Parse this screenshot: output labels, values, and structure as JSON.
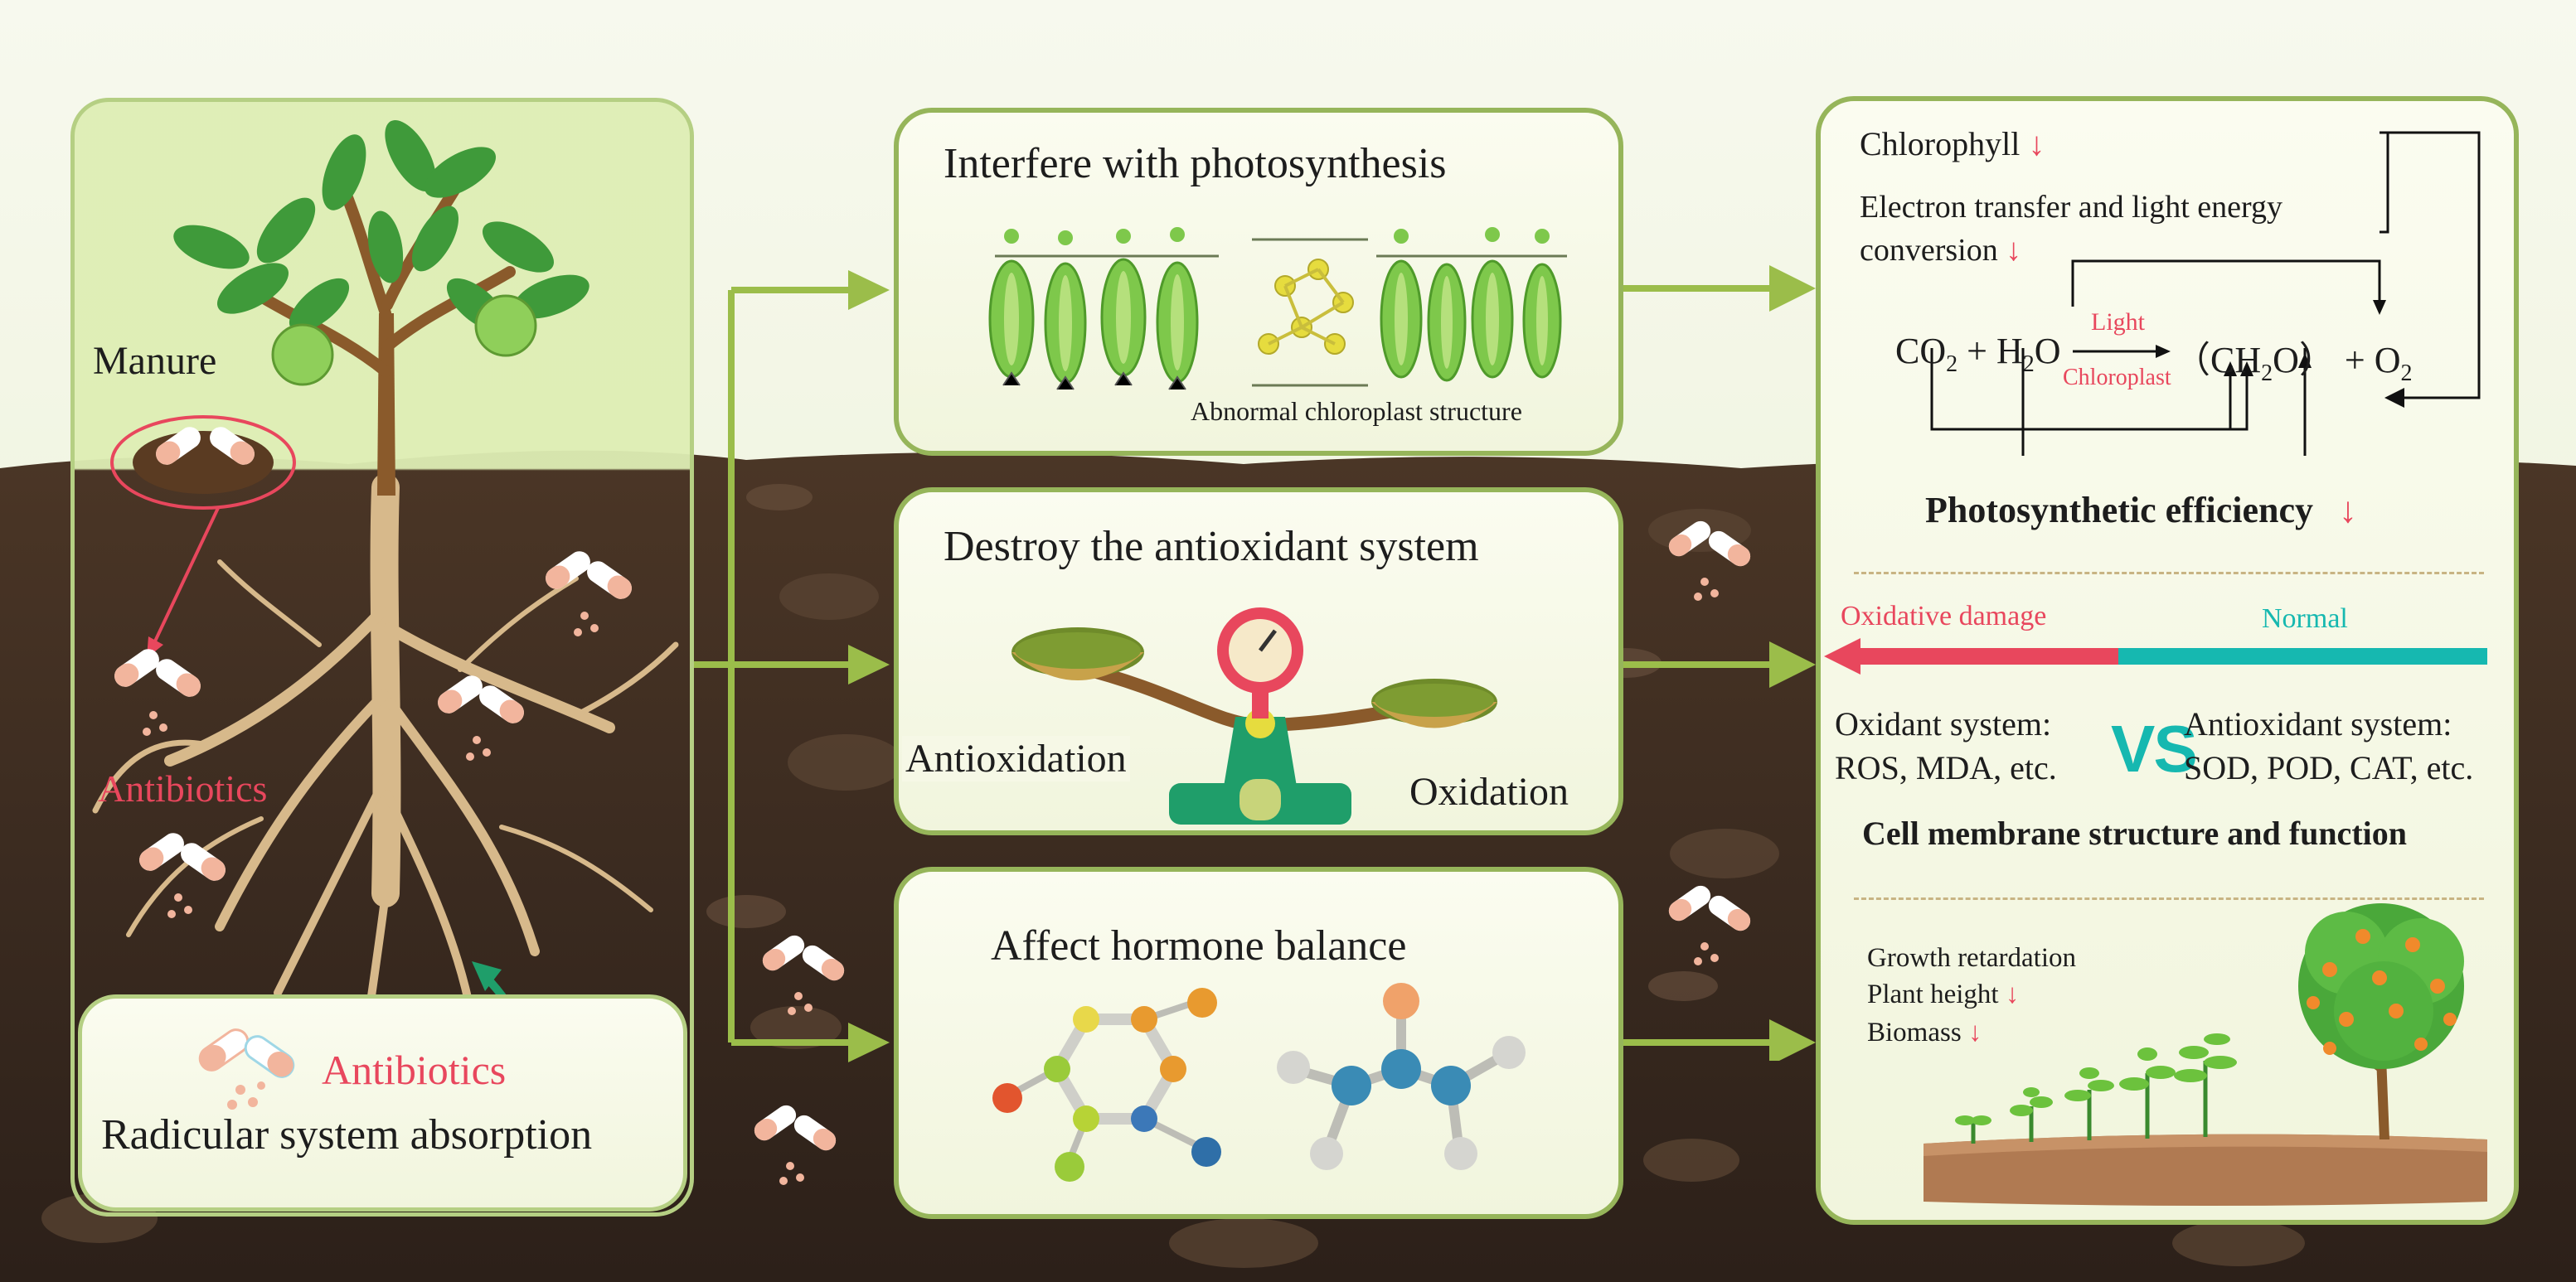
{
  "left_panel": {
    "manure_label": "Manure",
    "antibiotics_label": "Antibiotics",
    "box_antibiotics_label": "Antibiotics",
    "box_caption": "Radicular system absorption"
  },
  "photosynthesis_panel": {
    "title": "Interfere with photosynthesis",
    "caption": "Abnormal chloroplast structure"
  },
  "antioxidant_panel": {
    "title": "Destroy the antioxidant system",
    "left_label": "Antioxidation",
    "right_label": "Oxidation"
  },
  "hormone_panel": {
    "title": "Affect hormone balance"
  },
  "effects_panel": {
    "chlorophyll": "Chlorophyll",
    "electron_line1": "Electron transfer and light energy",
    "electron_line2": "conversion",
    "down_arrow": "↓",
    "equation": {
      "reactant1": "CO",
      "reactant1_sub": "2",
      "plus1": "+",
      "reactant2": "H",
      "reactant2_sub": "2",
      "reactant2_tail": "O",
      "light": "Light",
      "chloroplast": "Chloroplast",
      "product1_open": "（CH",
      "product1_sub": "2",
      "product1_close": "O）",
      "plus2": "+",
      "product2": "O",
      "product2_sub": "2"
    },
    "photosynthetic_efficiency": "Photosynthetic efficiency",
    "oxidative_damage": "Oxidative damage",
    "normal": "Normal",
    "oxidant_title": "Oxidant system:",
    "oxidant_items": "ROS, MDA, etc.",
    "vs": "VS",
    "antioxidant_title": "Antioxidant system:",
    "antioxidant_items": "SOD, POD, CAT, etc.",
    "cell_membrane": "Cell membrane structure and function",
    "growth_retardation": "Growth retardation",
    "plant_height": "Plant height",
    "biomass": "Biomass"
  },
  "colors": {
    "panel_border": "#96b55a",
    "arrow_green": "#9bbd4a",
    "alert_red": "#e8475d",
    "normal_teal": "#16b8b0",
    "soil_dark": "#3a2a1f",
    "sky": "#eef4d6"
  }
}
